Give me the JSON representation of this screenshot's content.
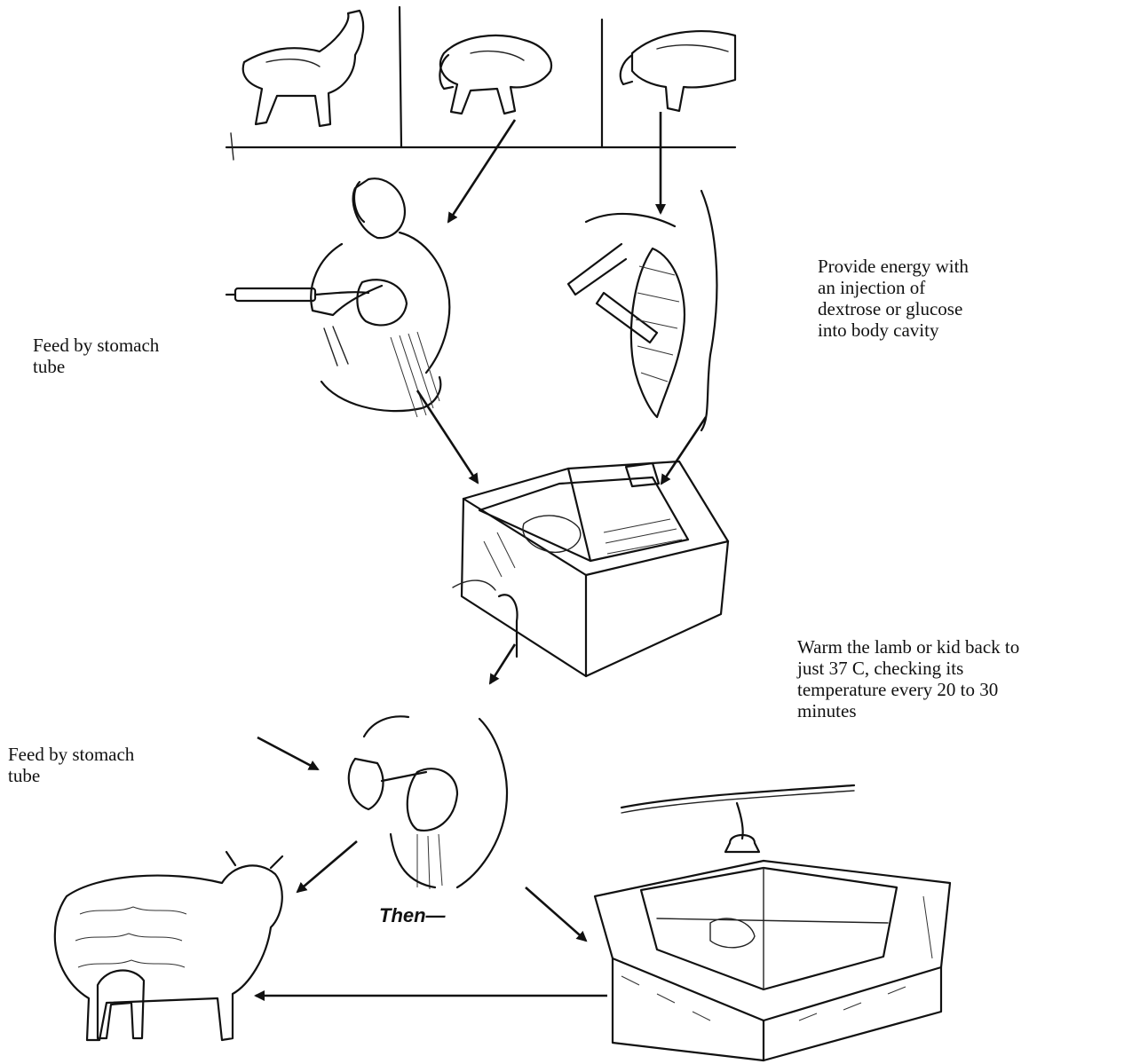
{
  "captions": {
    "feed_stomach_tube_top": "Feed by stomach\ntube",
    "injection": "Provide energy with\nan injection of\ndextrose or glucose\ninto body cavity",
    "warm": "Warm the lamb or kid back to\njust 37 C, checking its\ntemperature every 20 to 30\nminutes",
    "feed_stomach_tube_bottom": "Feed by stomach\ntube",
    "then": "Then—"
  },
  "colors": {
    "ink": "#111111",
    "paper": "#ffffff"
  }
}
